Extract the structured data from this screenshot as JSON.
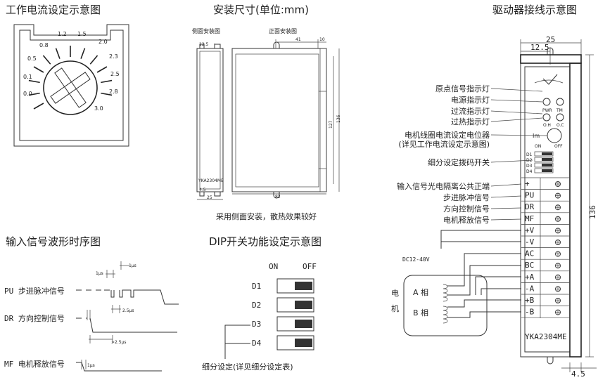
{
  "titles": {
    "current_setting": "工作电流设定示意图",
    "install_size": "安装尺寸(单位:mm)",
    "wiring": "驱动器接线示意图",
    "timing": "输入信号波形时序图",
    "dip": "DIP开关功能设定示意图"
  },
  "dial": {
    "values": [
      "1.2",
      "1.5",
      "2.0",
      "2.3",
      "2.5",
      "2.8",
      "3.0",
      "0.0",
      "0.1",
      "0.5",
      "0.8"
    ]
  },
  "install": {
    "side_label": "侧面安装图",
    "front_label": "正面安装图",
    "model": "YKA2304ME",
    "dim_12_5": "12.5",
    "dim_41": "41",
    "dim_10": "10",
    "dim_127": "127",
    "dim_136": "136",
    "dim_4_5": "4.5",
    "dim_25": "25",
    "dim_82": "82",
    "note": "采用侧面安装，散热效果较好"
  },
  "timing": {
    "pu_label": "PU 步进脉冲信号",
    "dr_label": "DR 方向控制信号",
    "mf_label": "MF 电机释放信号",
    "t1": "1μs",
    "t2": "1μs",
    "t3": "2.5μs",
    "t4": ">2.5μs",
    "t5": "1μs"
  },
  "dip": {
    "on_label": "ON",
    "off_label": "OFF",
    "switches": [
      "D1",
      "D2",
      "D3",
      "D4"
    ],
    "note": "细分设定(详见细分设定表)"
  },
  "wiring": {
    "dim_25": "25",
    "dim_12_5": "12.5",
    "dim_136": "136",
    "dim_4_5": "4.5",
    "callouts": [
      "原点信号指示灯",
      "电源指示灯",
      "过流指示灯",
      "过热指示灯",
      "电机线圈电流设定电位器",
      "(详见工作电流设定示意图)",
      "细分设定拨码开关",
      "输入信号光电隔离公共正端",
      "步进脉冲信号",
      "方向控制信号",
      "电机释放信号"
    ],
    "led_pwr": "PWR",
    "led_tm": "TM",
    "led_oh": "O.H",
    "led_oc": "O.C",
    "pot_label": "Im",
    "dip_on": "ON",
    "dip_off": "OFF",
    "dip_names": [
      "D1",
      "D2",
      "D3",
      "D4"
    ],
    "terminals": [
      "+",
      "PU",
      "DR",
      "MF",
      "+V",
      "-V",
      "AC",
      "BC",
      "+A",
      "-A",
      "+B",
      "-B"
    ],
    "supply": "DC12-40V",
    "motor_1": "电",
    "motor_2": "机",
    "phase_a": "A 相",
    "phase_b": "B 相",
    "model": "YKA2304ME"
  }
}
